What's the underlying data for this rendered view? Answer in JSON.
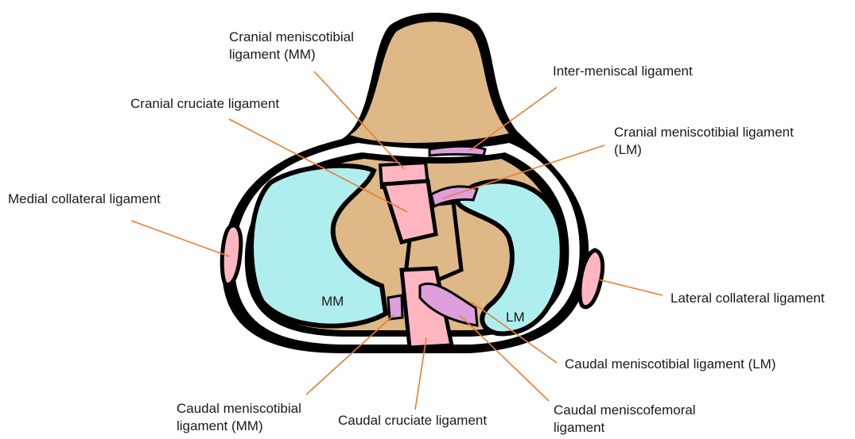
{
  "colors": {
    "outline": "#000000",
    "bone": "#deb887",
    "meniscus": "#afeeee",
    "ligament": "#ffb6c1",
    "ligament_secondary": "#dda0dd",
    "leader_line": "#ed7d31"
  },
  "labels": {
    "cranial_meniscotibial_mm": [
      "Cranial meniscotibial",
      "ligament (MM)"
    ],
    "inter_meniscal": [
      "Inter-meniscal ligament"
    ],
    "cranial_cruciate": [
      "Cranial cruciate ligament"
    ],
    "cranial_meniscotibial_lm": [
      "Cranial meniscotibial ligament",
      "(LM)"
    ],
    "medial_collateral": [
      "Medial collateral ligament"
    ],
    "lateral_collateral": [
      "Lateral collateral ligament"
    ],
    "caudal_meniscotibial_lm": [
      "Caudal meniscotibial ligament (LM)"
    ],
    "caudal_meniscotibial_mm": [
      "Caudal meniscotibial",
      "ligament (MM)"
    ],
    "caudal_cruciate": [
      "Caudal cruciate ligament"
    ],
    "caudal_meniscofemoral": [
      "Caudal meniscofemoral",
      "ligament"
    ]
  },
  "meniscus_labels": {
    "medial": "MM",
    "lateral": "LM"
  }
}
